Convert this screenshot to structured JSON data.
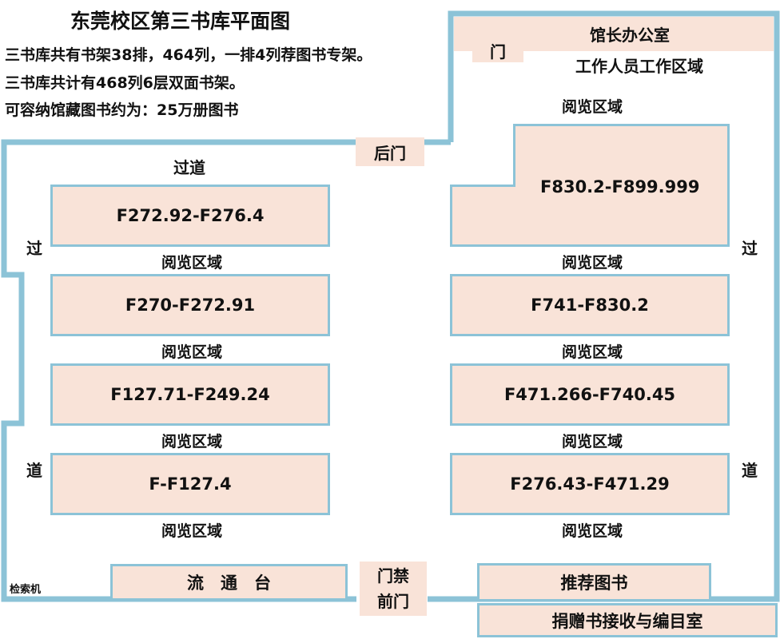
{
  "title": "东莞校区第三书库平面图",
  "info_lines": [
    "三书库共有书架38排，464列，一排4列荐图书专架。",
    "三书库共计有468列6层双面书架。",
    "可容纳馆藏图书约为：25万册图书"
  ],
  "rooms": {
    "director_office": "馆长办公室",
    "staff_area": "工作人员工作区域",
    "door": "门",
    "back_door": "后门",
    "front_door_line1": "门禁",
    "front_door_line2": "前门",
    "circulation_desk": "流　通　台",
    "recommended_books": "推荐图书",
    "donation_room": "捐赠书接收与编目室",
    "catalog_machine": "检索机"
  },
  "corridor": {
    "top": "过道",
    "side_top": "过",
    "side_bottom": "道"
  },
  "reading_area": "阅览区域",
  "shelves_left": [
    "F272.92-F276.4",
    "F270-F272.91",
    "F127.71-F249.24",
    "F-F127.4"
  ],
  "shelves_right": [
    "F830.2-F899.999",
    "F741-F830.2",
    "F471.266-F740.45",
    "F276.43-F471.29"
  ],
  "colors": {
    "wall": "#8cc3d7",
    "fill": "#f9e3d8"
  }
}
